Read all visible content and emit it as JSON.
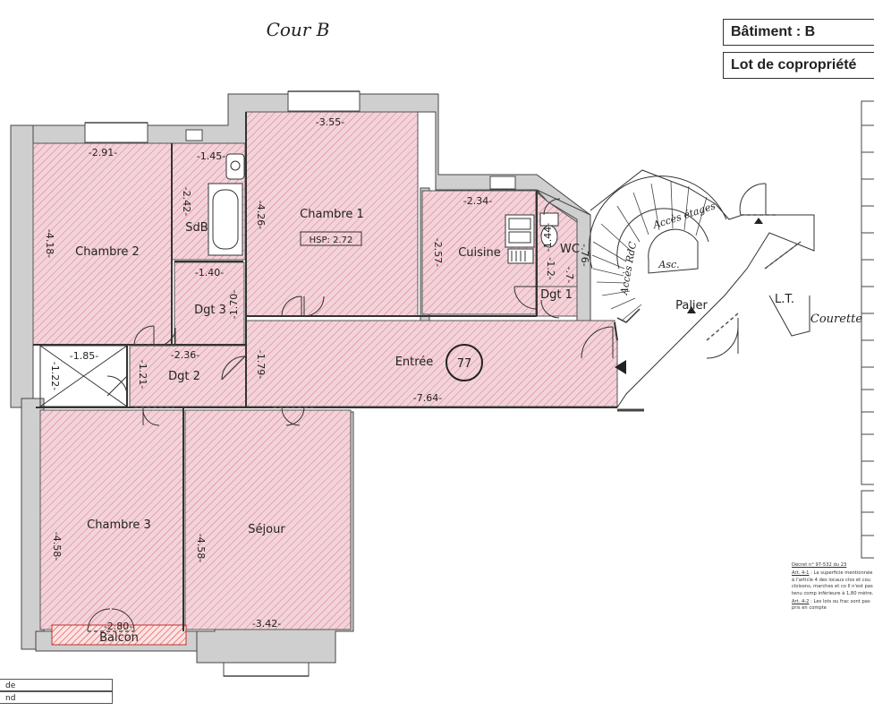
{
  "header": {
    "courtyard_label": "Cour B",
    "building_label": "Bâtiment : B",
    "lot_label": "Lot de copropriété"
  },
  "rooms": [
    {
      "name": "Chambre 2",
      "dims": [
        "-2.91-",
        "-4.18-"
      ]
    },
    {
      "name": "SdB",
      "dims": [
        "-1.45-",
        "-2.42-"
      ]
    },
    {
      "name": "Chambre 1",
      "dims": [
        "-3.55-",
        "-4.26-"
      ],
      "height_note": "HSP: 2.72"
    },
    {
      "name": "Cuisine",
      "dims": [
        "-2.34-",
        "-2.57-"
      ]
    },
    {
      "name": "WC",
      "dims": [
        "-1.44-",
        "-.76-"
      ]
    },
    {
      "name": "Dgt 1",
      "dims": [
        "-1.2-",
        "-.7-"
      ]
    },
    {
      "name": "Dgt 3",
      "dims": [
        "-1.40-",
        "-1.70-"
      ]
    },
    {
      "name": "Dgt 2",
      "dims": [
        "-2.36-",
        "-1.21-"
      ]
    },
    {
      "name": "Entrée",
      "dims": [
        "-7.64-",
        "-1.79-"
      ]
    },
    {
      "name": "Chambre 3",
      "dims": [
        "-2.80-",
        "-4.58-"
      ]
    },
    {
      "name": "Séjour",
      "dims": [
        "-3.42-",
        "-4.58-"
      ]
    },
    {
      "name": "Balcon",
      "dims": []
    },
    {
      "name": "Palier",
      "dims": []
    },
    {
      "name": "L.T.",
      "dims": []
    }
  ],
  "closet": {
    "dims": [
      "-1.85-",
      "-1.22-"
    ]
  },
  "lot_number": "77",
  "stair": {
    "upper_label": "Accès étages",
    "ground_label": "Accès RdC",
    "lift_label": "Asc."
  },
  "courette_label": "Courette",
  "legal": {
    "decree": "Décret n° 97-532 du 23",
    "art1_title": "Art. 4-1",
    "art1_text": " : La superficie mentionnée à l'article 4 des locaux clos et cou cloisons, marches et co Il n'est pas tenu comp inférieure à 1,80 mètre.",
    "art2_title": "Art. 4-2",
    "art2_text": " : Les lots ou frac sont pas pris en compte"
  },
  "legend": [
    "de",
    "nd"
  ],
  "colors": {
    "room_fill": "#f3d3da",
    "hatch": "#d4768a",
    "wall": "#cfcfcf",
    "wall_stroke": "#444444",
    "balcony_hatch": "#e04040"
  }
}
